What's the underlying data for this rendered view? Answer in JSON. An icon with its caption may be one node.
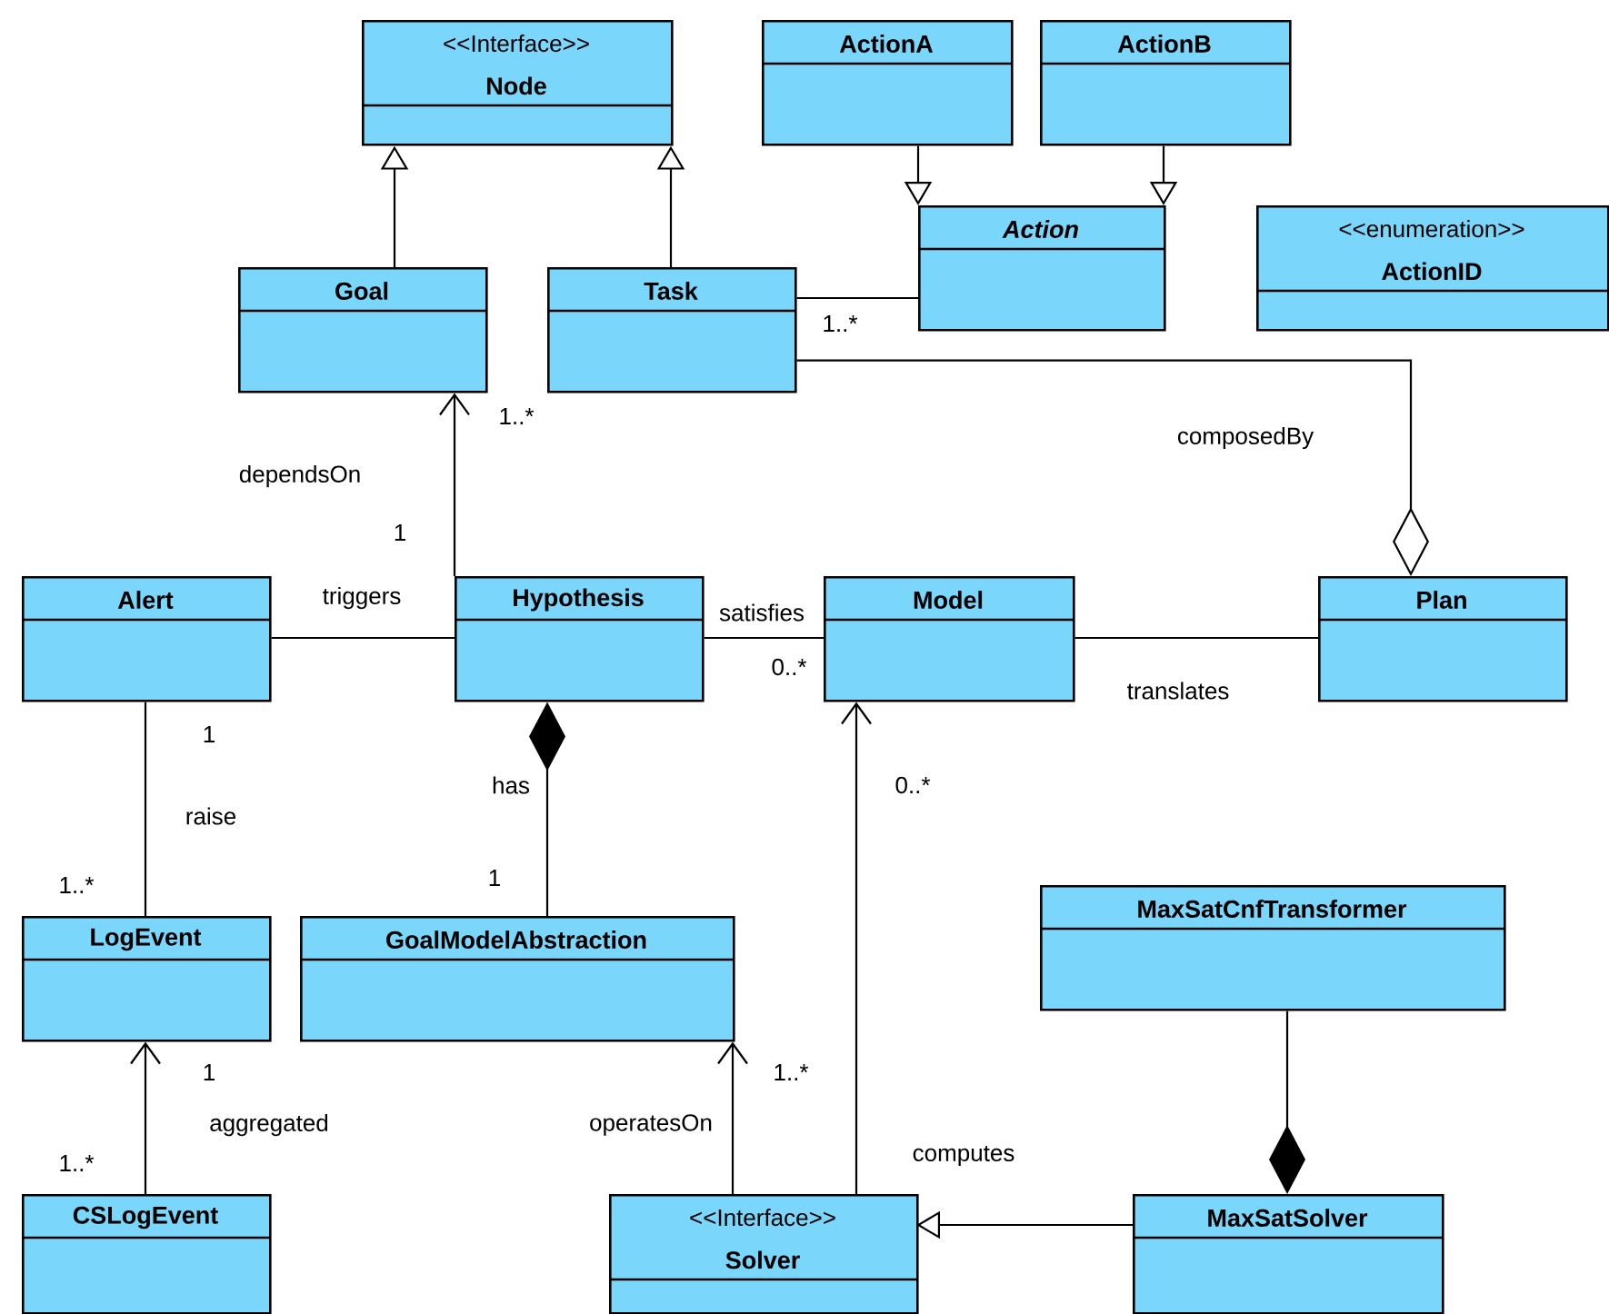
{
  "diagram": {
    "nodes": [
      {
        "text": [
          "<<Interface>>",
          "Node"
        ]
      },
      {
        "text": [
          "ActionA"
        ]
      },
      {
        "text": [
          "ActionB"
        ]
      },
      {
        "text": [
          "Action"
        ]
      },
      {
        "text": [
          "<<enumeration>>",
          "ActionID"
        ]
      },
      {
        "text": [
          "Goal"
        ]
      },
      {
        "text": [
          "Task"
        ]
      },
      {
        "text": [
          "Alert"
        ]
      },
      {
        "text": [
          "Hypothesis"
        ]
      },
      {
        "text": [
          "Model"
        ]
      },
      {
        "text": [
          "Plan"
        ]
      },
      {
        "text": [
          "LogEvent"
        ]
      },
      {
        "text": [
          "GoalModelAbstraction"
        ]
      },
      {
        "text": [
          "MaxSatCnfTransformer"
        ]
      },
      {
        "text": [
          "CSLogEvent"
        ]
      },
      {
        "text": [
          "<<Interface>>",
          "Solver"
        ]
      },
      {
        "text": [
          "MaxSatSolver"
        ]
      }
    ],
    "edges": [
      {
        "from": 5,
        "to": 0,
        "arrow": "to"
      },
      {
        "from": 6,
        "to": 0,
        "arrow": "to"
      },
      {
        "from": 1,
        "to": 3,
        "arrow": "to"
      },
      {
        "from": 2,
        "to": 3,
        "arrow": "to"
      },
      {
        "from": 6,
        "to": 3,
        "arrow": "none"
      },
      {
        "from": 6,
        "to": 10,
        "arrow": "other",
        "label": "composedBy"
      },
      {
        "from": 8,
        "to": 5,
        "arrow": "to",
        "label": "dependsOn"
      },
      {
        "from": 7,
        "to": 8,
        "arrow": "none",
        "label": "triggers"
      },
      {
        "from": 8,
        "to": 9,
        "arrow": "none",
        "label": "satisfies"
      },
      {
        "from": 9,
        "to": 10,
        "arrow": "none",
        "label": "translates"
      },
      {
        "from": 7,
        "to": 11,
        "arrow": "none",
        "label": "raise"
      },
      {
        "from": 12,
        "to": 8,
        "arrow": "other",
        "label": "has"
      },
      {
        "from": 14,
        "to": 11,
        "arrow": "to",
        "label": "aggregated"
      },
      {
        "from": 15,
        "to": 12,
        "arrow": "to",
        "label": "operatesOn"
      },
      {
        "from": 15,
        "to": 9,
        "arrow": "to",
        "label": "computes"
      },
      {
        "from": 16,
        "to": 15,
        "arrow": "to"
      },
      {
        "from": 13,
        "to": 16,
        "arrow": "other"
      }
    ],
    "labels": [
      "1..*",
      "1..*",
      "1",
      "0..*",
      "1",
      "0..*",
      "1",
      "1..*",
      "1",
      "1..*",
      "1..*"
    ]
  }
}
